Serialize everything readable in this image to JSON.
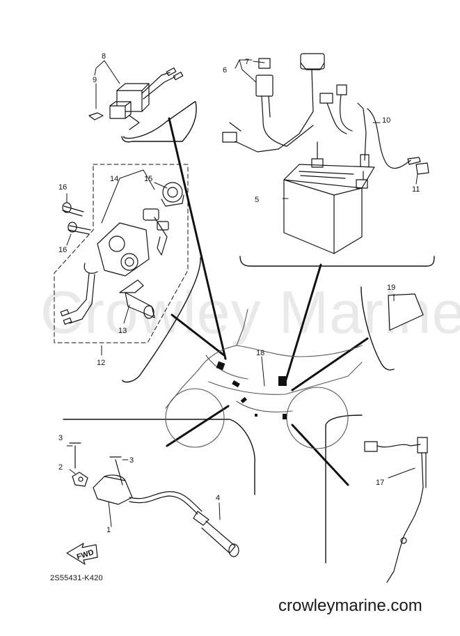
{
  "diagram": {
    "part_code": "2S55431-K420",
    "website": "crowleymarine.com",
    "watermark": "Crowley Marine",
    "fwd_arrow_label": "FWD",
    "callouts": {
      "c1": "1",
      "c2": "2",
      "c3a": "3",
      "c3b": "3",
      "c4": "4",
      "c5": "5",
      "c6": "6",
      "c7": "7",
      "c8": "8",
      "c9": "9",
      "c10": "10",
      "c11": "11",
      "c12": "12",
      "c13": "13",
      "c14": "14",
      "c15": "15",
      "c16a": "16",
      "c16b": "16",
      "c17": "17",
      "c18": "18",
      "c19": "19"
    }
  }
}
